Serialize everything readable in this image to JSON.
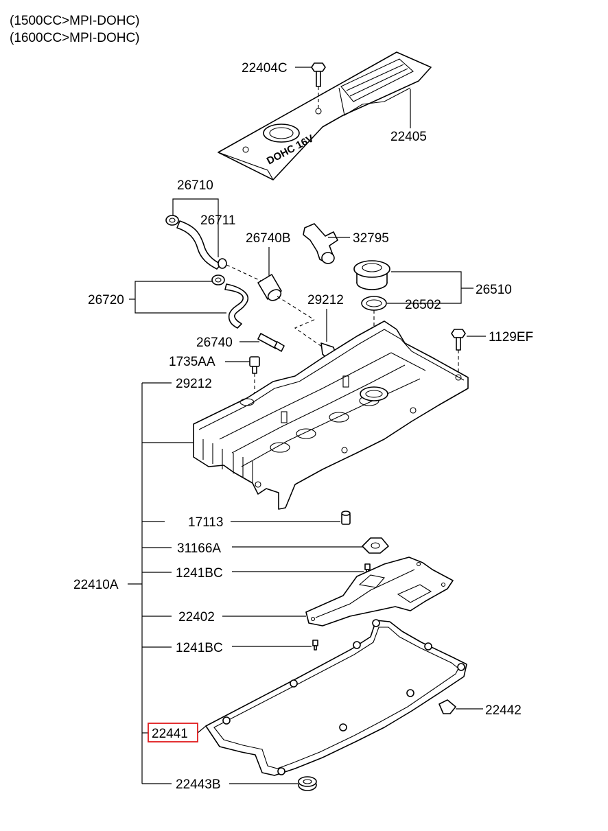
{
  "header": {
    "line1": "(1500CC>MPI-DOHC)",
    "line2": "(1600CC>MPI-DOHC)"
  },
  "cover_text": "DOHC 16V",
  "highlight_color": "#e0191b",
  "labels": {
    "p22404C": "22404C",
    "p22405": "22405",
    "p26710": "26710",
    "p26711": "26711",
    "p26740B": "26740B",
    "p32795": "32795",
    "p26720": "26720",
    "p26510": "26510",
    "p29212_a": "29212",
    "p26502": "26502",
    "p26740": "26740",
    "p1129EF": "1129EF",
    "p1735AA": "1735AA",
    "p29212_b": "29212",
    "p17113": "17113",
    "p31166A": "31166A",
    "p1241BC_a": "1241BC",
    "p22410A": "22410A",
    "p22402": "22402",
    "p1241BC_b": "1241BC",
    "p22442": "22442",
    "p22441": "22441",
    "p22443B": "22443B"
  },
  "highlighted_part": "22441"
}
